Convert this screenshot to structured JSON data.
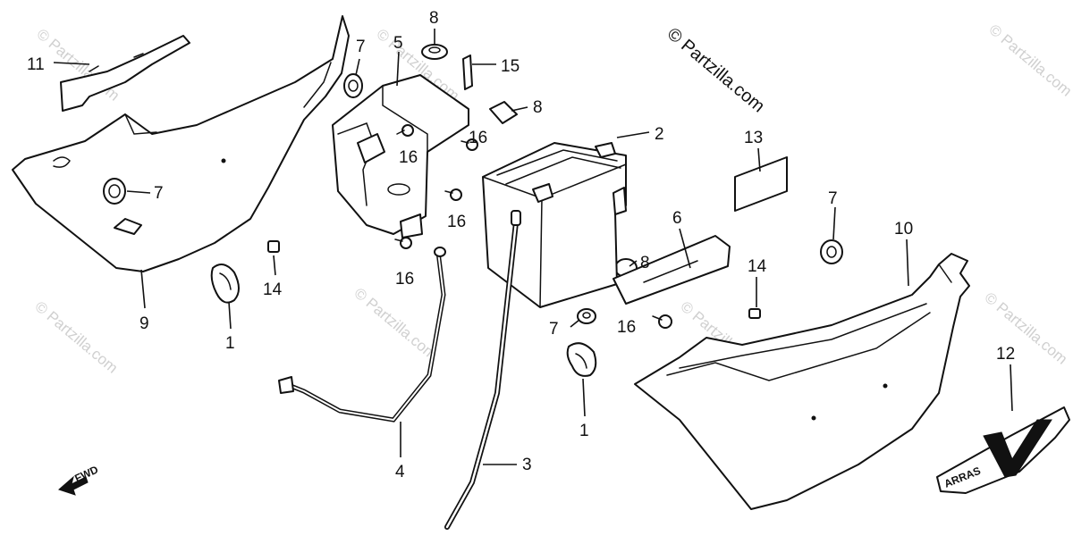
{
  "copyright": "© Partzilla.com",
  "watermark": "© Partzilla.com",
  "forward_label": "FWD",
  "emblem_text": "ARRAS",
  "callouts": {
    "c1a": "1",
    "c1b": "1",
    "c2": "2",
    "c3": "3",
    "c4": "4",
    "c5": "5",
    "c6": "6",
    "c7a": "7",
    "c7b": "7",
    "c7c": "7",
    "c7d": "7",
    "c8a": "8",
    "c8b": "8",
    "c8c": "8",
    "c9": "9",
    "c10": "10",
    "c11": "11",
    "c12": "12",
    "c13": "13",
    "c14a": "14",
    "c14b": "14",
    "c15": "15",
    "c16a": "16",
    "c16b": "16",
    "c16c": "16",
    "c16d": "16",
    "c16e": "16"
  }
}
